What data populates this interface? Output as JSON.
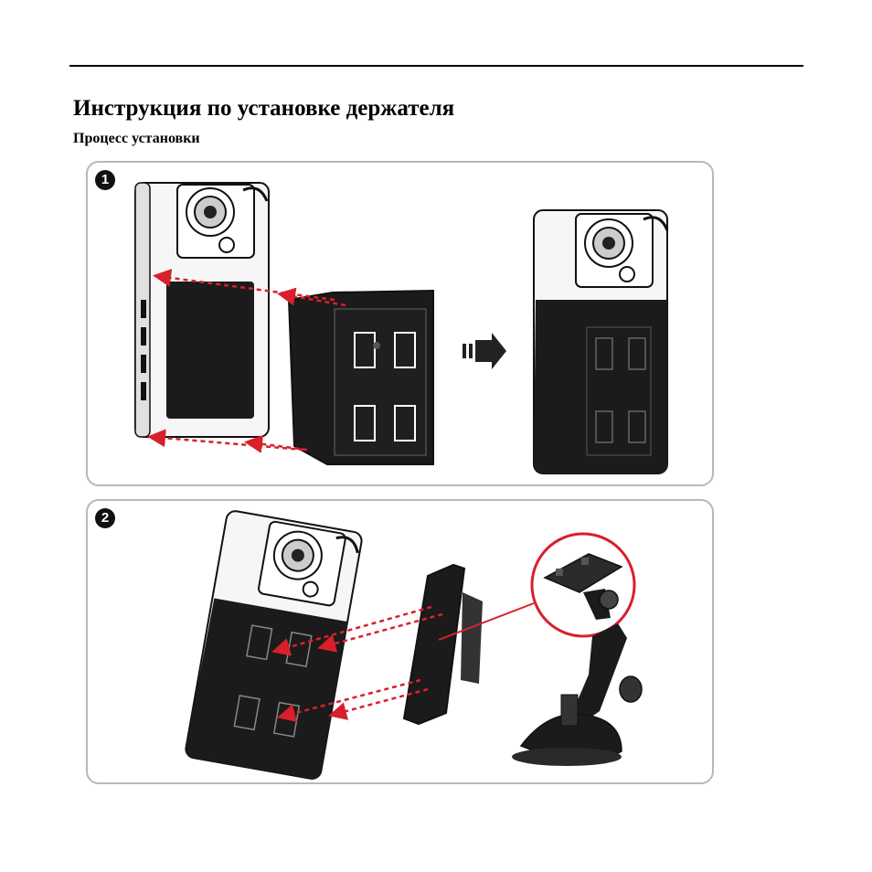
{
  "page": {
    "title": "Инструкция по установке держателя",
    "subtitle": "Процесс установки"
  },
  "steps": [
    {
      "number": "1"
    },
    {
      "number": "2"
    }
  ],
  "colors": {
    "arrow_red": "#d8202c",
    "panel_border": "#b8b8b8",
    "device_dark": "#1b1b1b"
  }
}
